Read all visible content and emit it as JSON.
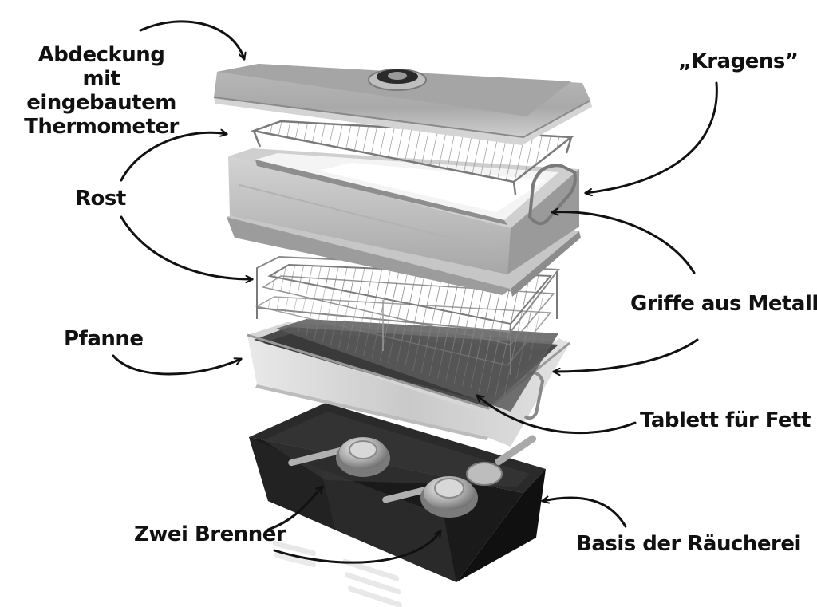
{
  "labels": {
    "cover_line1": "Abdeckung",
    "cover_line2": "mit eingebautem",
    "cover_line3": "Thermometer",
    "collar": "„Kragens”",
    "grill": "Rost",
    "handles": "Griffe aus Metall",
    "pan": "Pfanne",
    "drip_tray": "Tablett für Fett",
    "burners": "Zwei Brenner",
    "base": "Basis der Räucherei"
  },
  "colors": {
    "steel": "#c4c4c4",
    "steel_dark": "#8e8e8e",
    "base_black": "#1c1c1c",
    "ink": "#111111"
  }
}
